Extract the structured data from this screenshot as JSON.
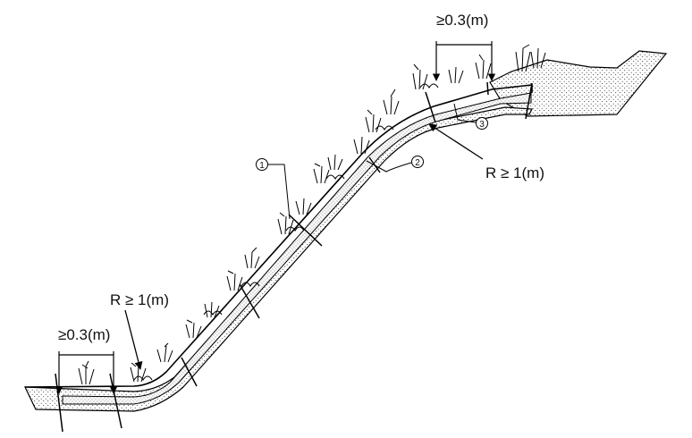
{
  "labels": {
    "top_dim": "≥0.3(m)",
    "bottom_dim": "≥0.3(m)",
    "radius_upper": "R ≥ 1(m)",
    "radius_lower": "R ≥ 1(m)",
    "marker_1": "1",
    "marker_2": "2",
    "marker_3": "3"
  }
}
